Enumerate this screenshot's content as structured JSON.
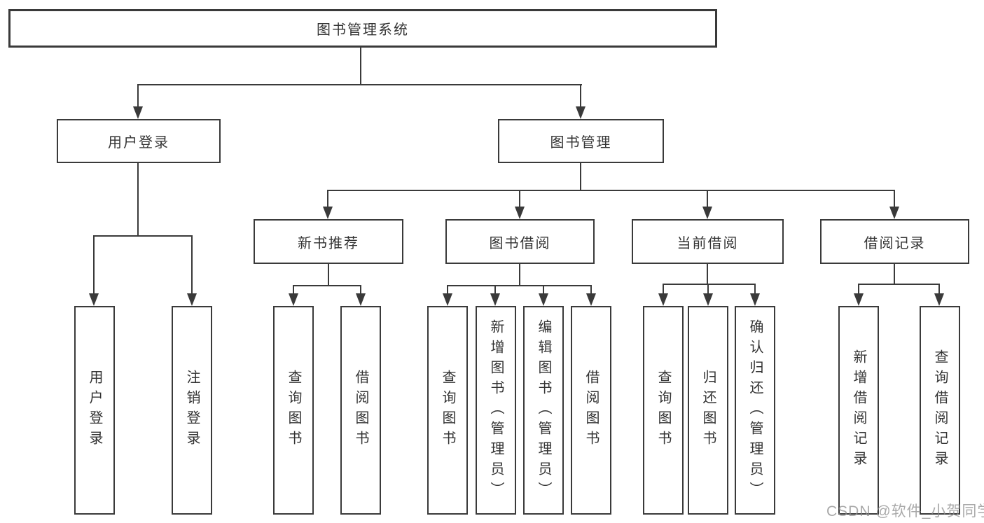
{
  "diagram": {
    "type": "hierarchy-tree",
    "root": {
      "label": "图书管理系统",
      "children": [
        {
          "label": "用户登录",
          "children": [
            {
              "label": "用户登录"
            },
            {
              "label": "注销登录"
            }
          ]
        },
        {
          "label": "图书管理",
          "children": [
            {
              "label": "新书推荐",
              "children": [
                {
                  "label": "查询图书"
                },
                {
                  "label": "借阅图书"
                }
              ]
            },
            {
              "label": "图书借阅",
              "children": [
                {
                  "label": "查询图书"
                },
                {
                  "label": "新增图书（管理员）"
                },
                {
                  "label": "编辑图书（管理员）"
                },
                {
                  "label": "借阅图书"
                }
              ]
            },
            {
              "label": "当前借阅",
              "children": [
                {
                  "label": "查询图书"
                },
                {
                  "label": "归还图书"
                },
                {
                  "label": "确认归还（管理员）"
                }
              ]
            },
            {
              "label": "借阅记录",
              "children": [
                {
                  "label": "新增借阅记录"
                },
                {
                  "label": "查询借阅记录"
                }
              ]
            }
          ]
        }
      ]
    }
  },
  "watermark": {
    "text": "CSDN @软件_小贺同学"
  },
  "colors": {
    "line": "#3a3a3a",
    "text": "#333333",
    "background": "#ffffff",
    "watermark": "#8c8c8c"
  }
}
